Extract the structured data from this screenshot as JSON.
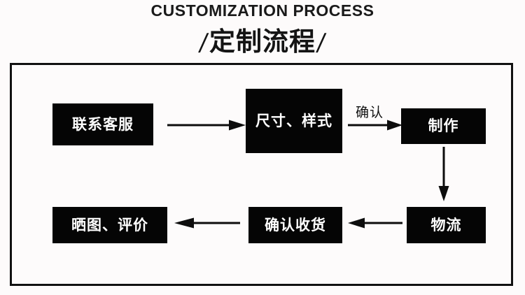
{
  "header": {
    "title_en": "CUSTOMIZATION PROCESS",
    "title_cn": "定制流程",
    "slash_left": "/",
    "slash_right": "/"
  },
  "colors": {
    "background": "#fdfbfb",
    "node_fill": "#050505",
    "node_text": "#ffffff",
    "frame_border": "#111111",
    "arrow": "#0d0d0d"
  },
  "flowchart": {
    "type": "process-flow",
    "nodes": [
      {
        "id": "contact",
        "label": "联系客服",
        "row": 1,
        "order": 1
      },
      {
        "id": "spec",
        "label": "尺寸、样式",
        "row": 1,
        "order": 2
      },
      {
        "id": "produce",
        "label": "制作",
        "row": 1,
        "order": 3
      },
      {
        "id": "logistics",
        "label": "物流",
        "row": 2,
        "order": 1
      },
      {
        "id": "receipt",
        "label": "确认收货",
        "row": 2,
        "order": 2
      },
      {
        "id": "review",
        "label": "晒图、评价",
        "row": 2,
        "order": 3
      }
    ],
    "edges": [
      {
        "from": "contact",
        "to": "spec",
        "direction": "right",
        "label": ""
      },
      {
        "from": "spec",
        "to": "produce",
        "direction": "right",
        "label": "确认"
      },
      {
        "from": "produce",
        "to": "logistics",
        "direction": "down",
        "label": ""
      },
      {
        "from": "logistics",
        "to": "receipt",
        "direction": "left",
        "label": ""
      },
      {
        "from": "receipt",
        "to": "review",
        "direction": "left",
        "label": ""
      }
    ]
  }
}
